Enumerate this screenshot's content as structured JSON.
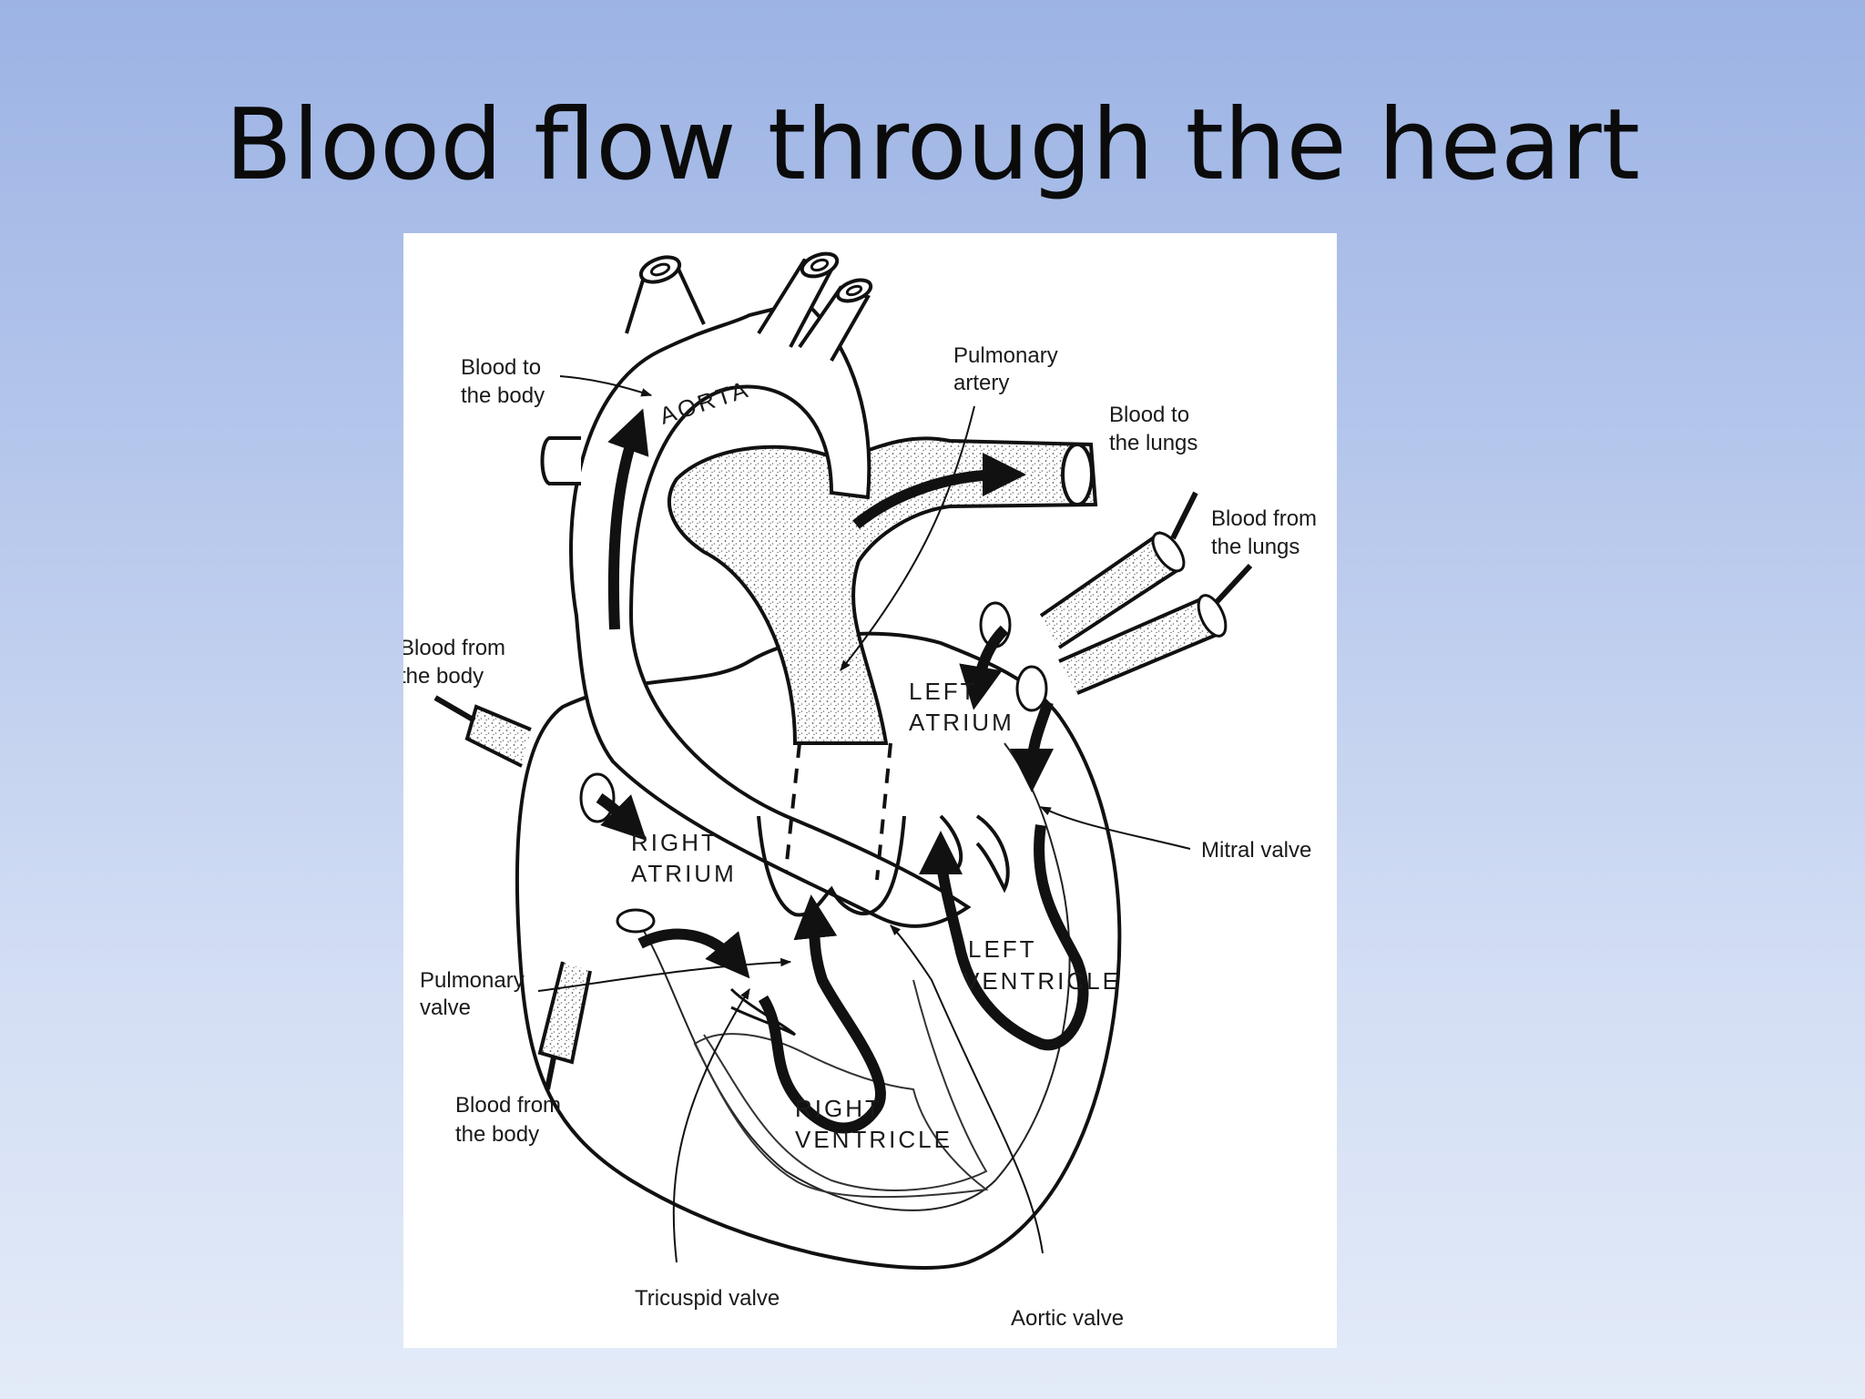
{
  "slide": {
    "title": "Blood flow through the heart"
  },
  "diagram": {
    "labels": {
      "blood_to_body_1": "Blood to",
      "blood_to_body_2": "the body",
      "pulmonary_artery_1": "Pulmonary",
      "pulmonary_artery_2": "artery",
      "blood_to_lungs_1": "Blood to",
      "blood_to_lungs_2": "the lungs",
      "blood_from_lungs_1": "Blood from",
      "blood_from_lungs_2": "the lungs",
      "blood_from_body_upper_1": "Blood from",
      "blood_from_body_upper_2": "the body",
      "mitral_valve": "Mitral valve",
      "pulmonary_valve_1": "Pulmonary",
      "pulmonary_valve_2": "valve",
      "blood_from_body_lower_1": "Blood from",
      "blood_from_body_lower_2": "the body",
      "tricuspid_valve": "Tricuspid valve",
      "aortic_valve": "Aortic valve"
    },
    "chambers": {
      "aorta": "AORTA",
      "left_atrium_1": "LEFT",
      "left_atrium_2": "ATRIUM",
      "right_atrium_1": "RIGHT",
      "right_atrium_2": "ATRIUM",
      "left_ventricle_1": "LEFT",
      "left_ventricle_2": "VENTRICLE",
      "right_ventricle_1": "RIGHT",
      "right_ventricle_2": "VENTRICLE"
    }
  }
}
